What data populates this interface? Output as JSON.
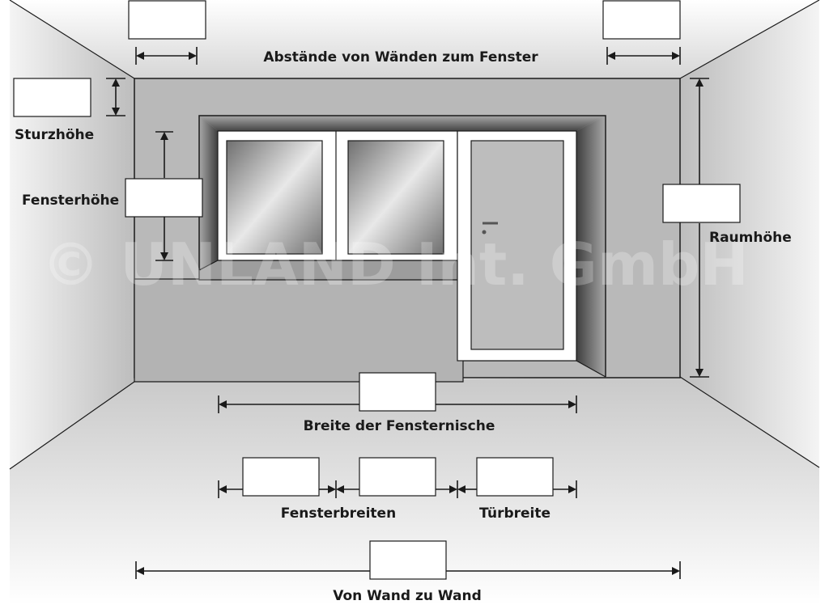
{
  "labels": {
    "wall_to_window": "Abstände von Wänden zum Fenster",
    "lintel_height": "Sturzhöhe",
    "window_height": "Fensterhöhe",
    "room_height": "Raumhöhe",
    "niche_width": "Breite der Fensternische",
    "window_widths": "Fensterbreiten",
    "door_width": "Türbreite",
    "wall_to_wall": "Von Wand zu Wand"
  },
  "watermark": "© UNLAND Int. GmbH",
  "inputs": {
    "wall_left_gap": "",
    "wall_right_gap": "",
    "lintel_height": "",
    "window_height": "",
    "room_height": "",
    "niche_width": "",
    "window_width_1": "",
    "window_width_2": "",
    "door_width": "",
    "wall_to_wall": ""
  },
  "colors": {
    "back_wall": "#b9b9b9",
    "reveal": "#8a8a8a",
    "frame": "#ffffff",
    "glass": "#9a9a9a",
    "door_panel": "#bdbdbd",
    "line": "#1a1a1a"
  }
}
